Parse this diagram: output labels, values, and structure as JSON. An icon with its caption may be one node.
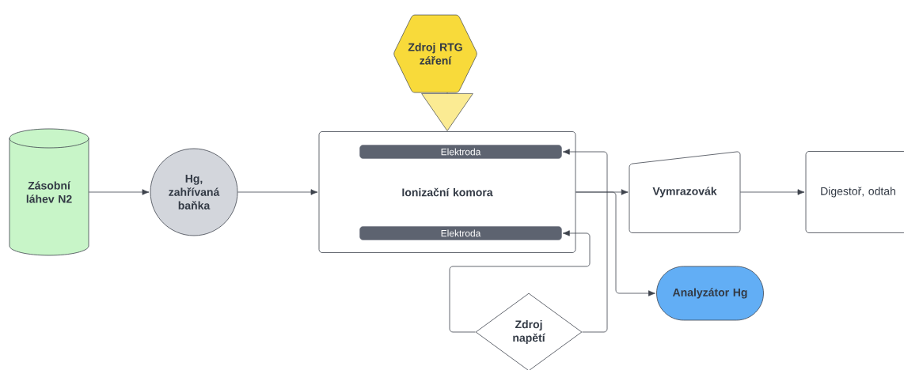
{
  "diagram": {
    "nodes": [
      {
        "text": [
          "Zásobní láhev N2"
        ]
      },
      {
        "text": [
          "Hg, zahřívaná baňka"
        ]
      },
      {
        "text": [
          "Zdroj RTG záření"
        ]
      },
      {
        "text": [
          "Ionizační komora"
        ]
      },
      {
        "text": [
          "Elektroda"
        ],
        "in": 3
      },
      {
        "text": [
          "Elektroda"
        ],
        "in": 3
      },
      {
        "text": [
          "Vymrazovák"
        ]
      },
      {
        "text": [
          "Digestoř, odtah"
        ]
      },
      {
        "text": [
          "Analyzátor Hg"
        ]
      },
      {
        "text": [
          "Zdroj napětí"
        ]
      }
    ],
    "edges": [
      {
        "from": 0,
        "to": 1,
        "arrow": "to"
      },
      {
        "from": 1,
        "to": 3,
        "arrow": "to"
      },
      {
        "from": 3,
        "to": 6,
        "arrow": "to"
      },
      {
        "from": 6,
        "to": 7,
        "arrow": "to"
      },
      {
        "from": 3,
        "to": 8,
        "arrow": "to"
      },
      {
        "from": 2,
        "to": 3,
        "arrow": "to"
      },
      {
        "from": 9,
        "to": 4,
        "arrow": "to"
      },
      {
        "from": 9,
        "to": 5,
        "arrow": "to"
      }
    ]
  }
}
